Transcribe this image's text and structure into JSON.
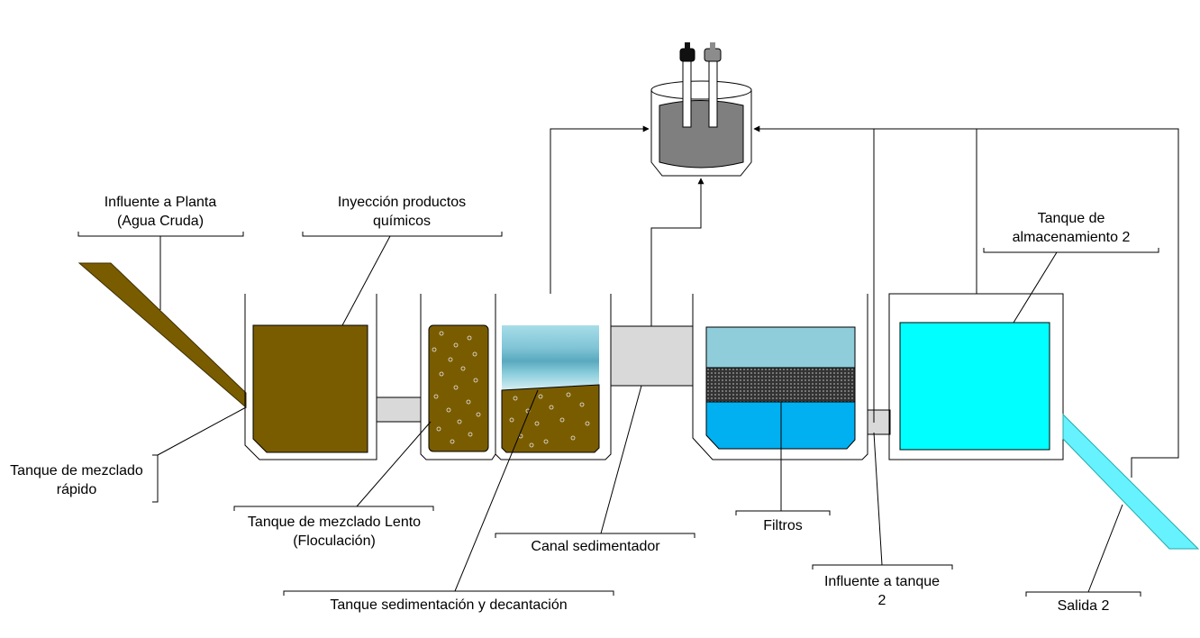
{
  "labels": {
    "influente_planta": [
      "Influente a Planta",
      "(Agua Cruda)"
    ],
    "inyeccion": [
      "Inyección productos",
      "químicos"
    ],
    "tanque_almacenamiento": [
      "Tanque de",
      "almacenamiento 2"
    ],
    "mezclado_rapido": [
      "Tanque de mezclado",
      "rápido"
    ],
    "mezclado_lento": [
      "Tanque de mezclado Lento",
      "(Floculación)"
    ],
    "canal_sedimentador": "Canal sedimentador",
    "filtros": "Filtros",
    "influente_tanque2": [
      "Influente a tanque",
      "2"
    ],
    "sedimentacion": "Tanque sedimentación y decantación",
    "salida": "Salida 2"
  },
  "colors": {
    "water_raw": "#7a5c00",
    "water_clear_top": "#8ecfdc",
    "filter_water_top": "#90cddb",
    "filter_water_bottom": "#00b0f0",
    "storage_water": "#00ffff",
    "outlet": "#66f2ff",
    "pipe": "#d9d9d9",
    "container_liquid": "#7f7f7f"
  }
}
